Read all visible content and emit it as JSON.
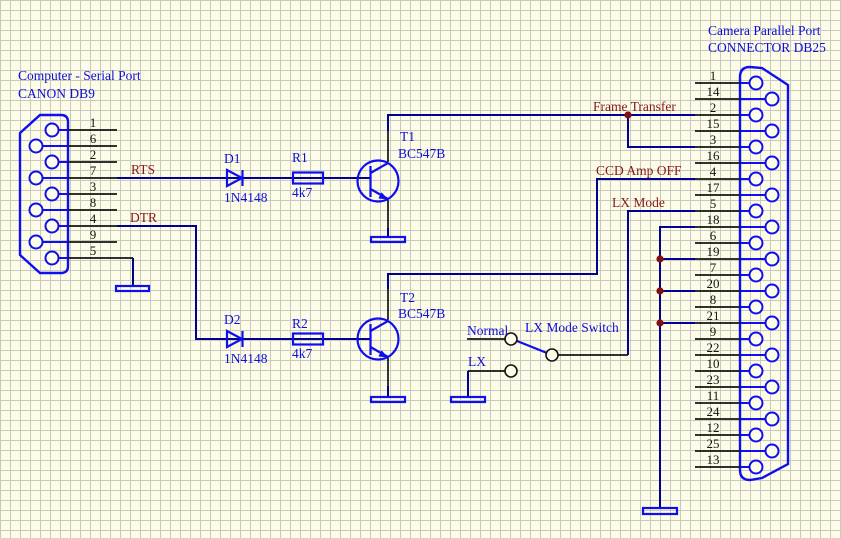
{
  "db9": {
    "title_line1": "Computer - Serial Port",
    "title_line2": "CANON DB9",
    "pins": [
      "1",
      "6",
      "2",
      "7",
      "3",
      "8",
      "4",
      "9",
      "5"
    ]
  },
  "db25": {
    "title_line1": "Camera Parallel Port",
    "title_line2": "CONNECTOR DB25",
    "pins": [
      "1",
      "14",
      "2",
      "15",
      "3",
      "16",
      "4",
      "17",
      "5",
      "18",
      "6",
      "19",
      "7",
      "20",
      "8",
      "21",
      "9",
      "22",
      "10",
      "23",
      "11",
      "24",
      "12",
      "25",
      "13"
    ]
  },
  "signals": {
    "rts": "RTS",
    "dtr": "DTR",
    "frame_transfer": "Frame Transfer",
    "ccd_amp_off": "CCD Amp OFF",
    "lx_mode": "LX Mode"
  },
  "components": {
    "d1": {
      "ref": "D1",
      "value": "1N4148"
    },
    "d2": {
      "ref": "D2",
      "value": "1N4148"
    },
    "r1": {
      "ref": "R1",
      "value": "4k7"
    },
    "r2": {
      "ref": "R2",
      "value": "4k7"
    },
    "t1": {
      "ref": "T1",
      "value": "BC547B"
    },
    "t2": {
      "ref": "T2",
      "value": "BC547B"
    }
  },
  "switch": {
    "label": "LX Mode Switch",
    "pos_normal": "Normal",
    "pos_lx": "LX"
  },
  "colors": {
    "background": "#FCFCE8",
    "grid": "#C9C9BD",
    "wire": "#000091",
    "symbol": "#0E0EF0",
    "text_blue": "#0E0EDC",
    "text_red": "#8B1616",
    "junction": "#801010"
  }
}
